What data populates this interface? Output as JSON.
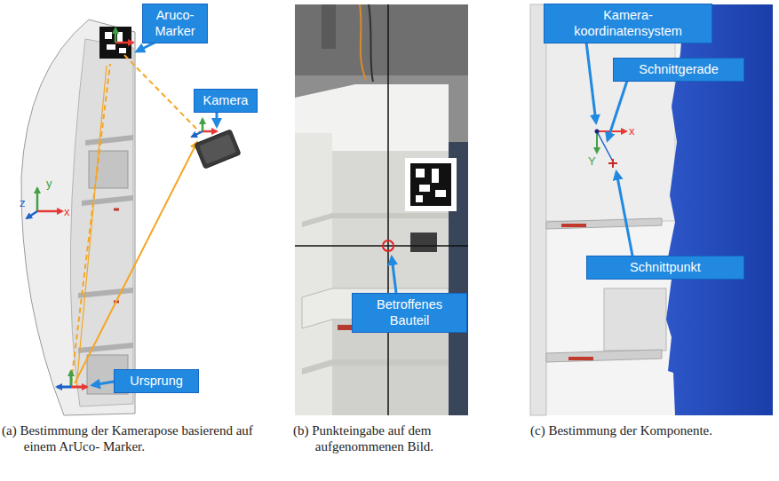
{
  "diagram": {
    "nodes": [
      {
        "text": [
          "Aruco- Marker"
        ]
      },
      {
        "text": [
          "Kamera"
        ]
      },
      {
        "text": [
          "Ursprung"
        ]
      },
      {
        "text": [
          "Betroffenes Bauteil"
        ]
      },
      {
        "text": [
          "Kamera- koordinatensystem"
        ]
      },
      {
        "text": [
          "Schnittgerade"
        ]
      },
      {
        "text": [
          "Schnittpunkt"
        ]
      }
    ],
    "labels": [
      "y",
      "z",
      "x",
      "x",
      "Y",
      "(a) Bestimmung der Kamerapose basierend auf einem ArUco- Marker.",
      "(b) Punkteingabe auf dem aufgenommenen Bild.",
      "(c) Bestimmung der Komponente."
    ]
  }
}
